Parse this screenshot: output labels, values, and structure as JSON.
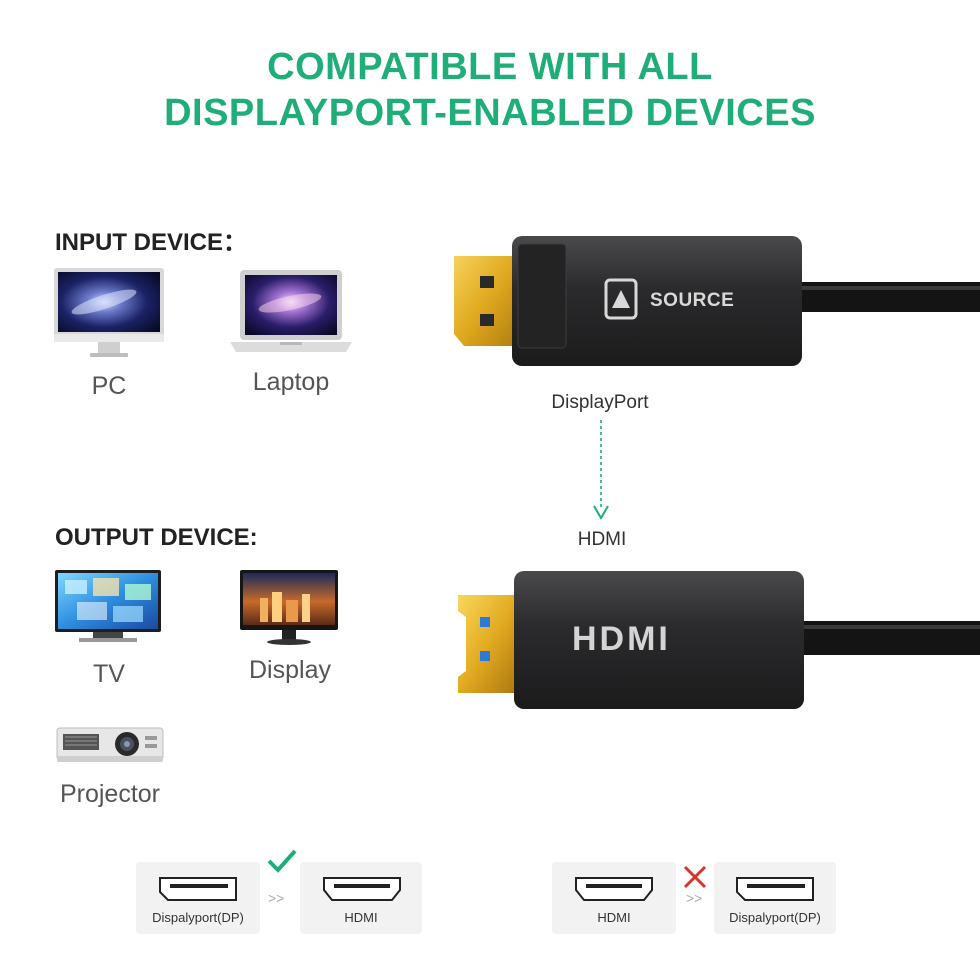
{
  "header": {
    "title_line1": "COMPATIBLE WITH ALL",
    "title_line2": "DISPLAYPORT-ENABLED DEVICES"
  },
  "input_section": {
    "heading": "INPUT DEVICE：",
    "devices": [
      {
        "label": "PC",
        "icon": "desktop-pc-icon"
      },
      {
        "label": "Laptop",
        "icon": "laptop-icon"
      }
    ]
  },
  "output_section": {
    "heading": "OUTPUT DEVICE:",
    "devices": [
      {
        "label": "TV",
        "icon": "tv-icon"
      },
      {
        "label": "Display",
        "icon": "monitor-icon"
      },
      {
        "label": "Projector",
        "icon": "projector-icon"
      }
    ]
  },
  "cable": {
    "dp_button_label": "SOURCE",
    "dp_label": "DisplayPort",
    "hdmi_label": "HDMI",
    "hdmi_housing_text": "HDMI"
  },
  "compatibility": {
    "valid": {
      "from": "Dispalyport(DP)",
      "to": "HDMI",
      "arrow": ">>",
      "status_icon": "check-icon"
    },
    "invalid": {
      "from": "HDMI",
      "to": "Dispalyport(DP)",
      "arrow": ">>",
      "status_icon": "cross-icon"
    }
  },
  "colors": {
    "accent": "#1fad78",
    "gold": "#e0a91f",
    "housing": "#2b2b2d",
    "cross": "#d9332c"
  }
}
